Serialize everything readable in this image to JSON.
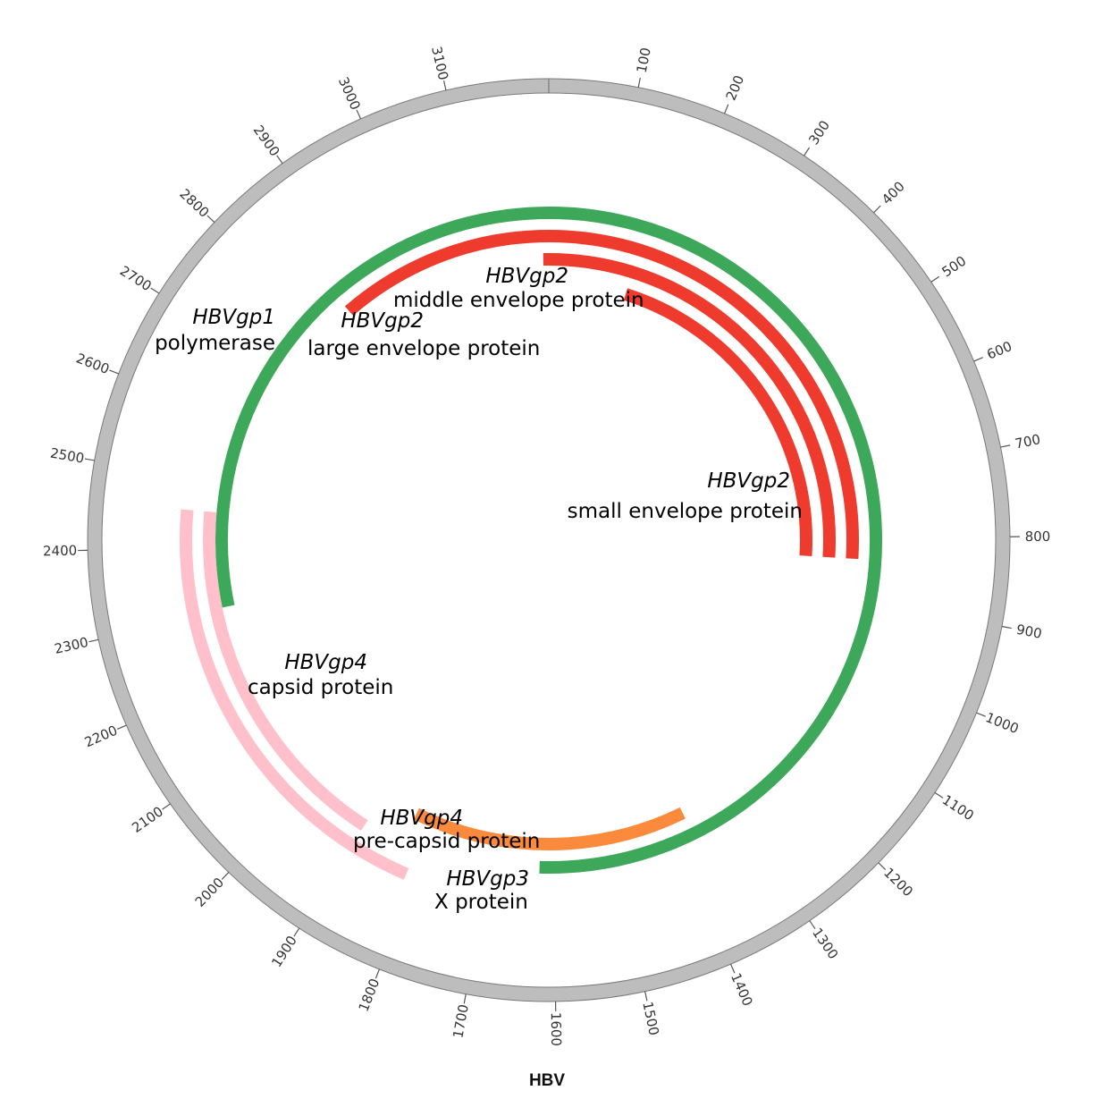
{
  "title": "HBV",
  "genome_length": 3215,
  "colors": {
    "backbone": "#bdbdbd",
    "backbone_stroke": "#7a7a7a",
    "tick": "#555555"
  },
  "ticks": [
    100,
    200,
    300,
    400,
    500,
    600,
    700,
    800,
    900,
    1000,
    1100,
    1200,
    1300,
    1400,
    1500,
    1600,
    1700,
    1800,
    1900,
    2000,
    2100,
    2200,
    2300,
    2400,
    2500,
    2600,
    2700,
    2800,
    2900,
    3000,
    3100
  ],
  "features": [
    {
      "gene": "HBVgp1",
      "product": "polymerase",
      "start": 2307,
      "end": 1622,
      "color": "#3da85a"
    },
    {
      "gene": "HBVgp2",
      "product": "large envelope protein",
      "start": 2848,
      "end": 835,
      "color": "#ee3b2e"
    },
    {
      "gene": "HBVgp2",
      "product": "middle envelope protein",
      "start": 3205,
      "end": 835,
      "color": "#ee3b2e"
    },
    {
      "gene": "HBVgp2",
      "product": "small envelope protein",
      "start": 155,
      "end": 835,
      "color": "#ee3b2e"
    },
    {
      "gene": "HBVgp4",
      "product": "pre-capsid protein",
      "start": 1814,
      "end": 2454,
      "color": "#ffc0cb"
    },
    {
      "gene": "HBVgp4",
      "product": "capsid protein",
      "start": 1901,
      "end": 2454,
      "color": "#ffc0cb"
    },
    {
      "gene": "HBVgp3",
      "product": "X protein",
      "start": 1374,
      "end": 1838,
      "color": "#fb8a3c"
    }
  ]
}
